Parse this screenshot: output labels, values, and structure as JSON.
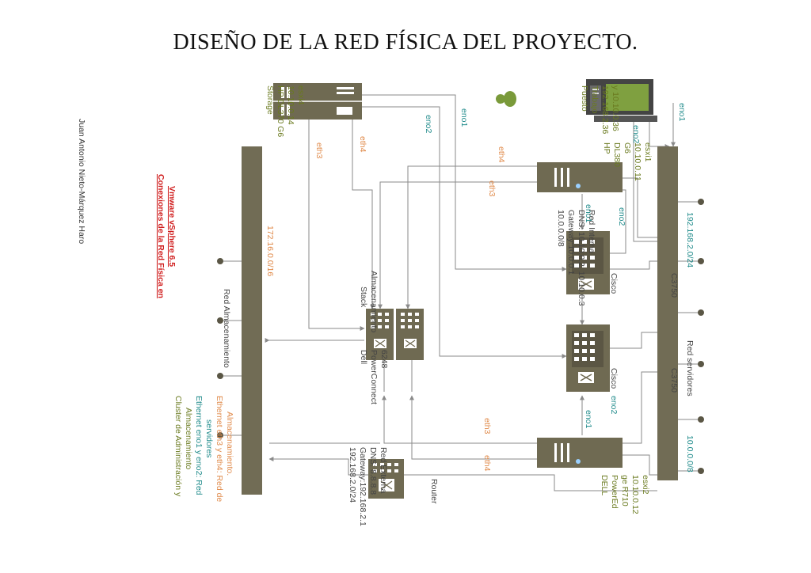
{
  "title": "DISEÑO DE LA RED FÍSICA DEL PROYECTO.",
  "colors": {
    "device": "#6f6a52",
    "bus": "#716c55",
    "line": "#8a8a8a",
    "green_text": "#6a7a1f",
    "teal_text": "#1e8a8a",
    "orange_text": "#e08a4a",
    "red_text": "#d01e1e",
    "monitor_screen": "#7fa040"
  },
  "legend": {
    "title_line1": "Conexiones de la Red Física en",
    "title_line2": "Vmware vSphere 6.5",
    "item1_line1": "Cluster de Administración y",
    "item1_line2": "Almacenamiento",
    "item2_line1": "Ethernet eno1 y eno2: Red",
    "item2_line2": "servidores",
    "item3_line1": "Ethernet eth3 y eth4: Red de",
    "item3_line2": "Almacenamiento."
  },
  "author": "Juan Antonio Nieto-Márquez Haro",
  "storage": {
    "line1": "Storage",
    "line2": "HP DL370 G6",
    "line3": "10.10.0.14",
    "line4": "esxi4",
    "port_eth3": "eth3",
    "port_eth4": "eth4",
    "port_eno2": "eno2",
    "port_eno1": "eno1"
  },
  "workstation": {
    "line1": "Puesto",
    "line2": "Trabajo",
    "line3": "192.168.2.36",
    "line4": "y 10.10.0.36",
    "port_eno1": "eno1",
    "port_eno2": "eno2"
  },
  "server1": {
    "line1": "HP",
    "line2": "DL380",
    "line3": "G6",
    "line4": "10.10.0.11",
    "line5": "esxi1",
    "port_eth4": "eth4",
    "port_eth3": "eth3",
    "port_eno1": "eno1",
    "port_eno2": "eno2"
  },
  "internal_net": {
    "line1": "10.0.0.0/8",
    "line2": "Gateway:10.0.0.1",
    "line3": "DNS: 10.10.0.2, 10.10.0.3",
    "line4": "Red Interna"
  },
  "cisco1": {
    "line1": "Cisco",
    "line2": "C3750"
  },
  "cisco2": {
    "line1": "Cisco",
    "line2": "C3750"
  },
  "dell_switch": {
    "line1": "Stack",
    "line2": "Almacenamiento",
    "line3": "Dell",
    "line4": "PowerConnect",
    "line5": "6248"
  },
  "server2": {
    "line1": "DELL",
    "line2": "PowerEd",
    "line3": "ge R710",
    "line4": "10.10.0.12",
    "line5": "esxi2",
    "port_eth3": "eth3",
    "port_eth4": "eth4",
    "port_eno1": "eno1",
    "port_eno2": "eno2"
  },
  "router": {
    "line1": "Router",
    "line2": "192.168.2.0/24",
    "line3": "Gateway:192.168.2.1",
    "line4": "DNS: 8.8.8.8",
    "line5": "Red Externa"
  },
  "storage_bus": {
    "label_net": "172.16.0.0/16",
    "label_name": "Red Almacenamiento"
  },
  "server_bus": {
    "label_net1": "192.168.2.0/24",
    "label_name": "Red servidores",
    "label_net2": "10.0.0.0/8"
  }
}
